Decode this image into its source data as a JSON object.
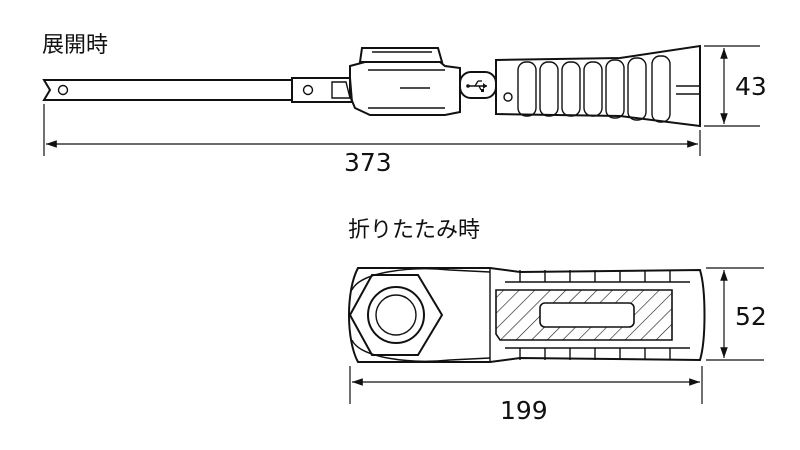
{
  "labels": {
    "extended": "展開時",
    "folded": "折りたたみ時"
  },
  "dimensions": {
    "extended_length": "373",
    "extended_height": "43",
    "folded_length": "199",
    "folded_height": "52"
  },
  "icons": {
    "usb": "usb-icon"
  }
}
